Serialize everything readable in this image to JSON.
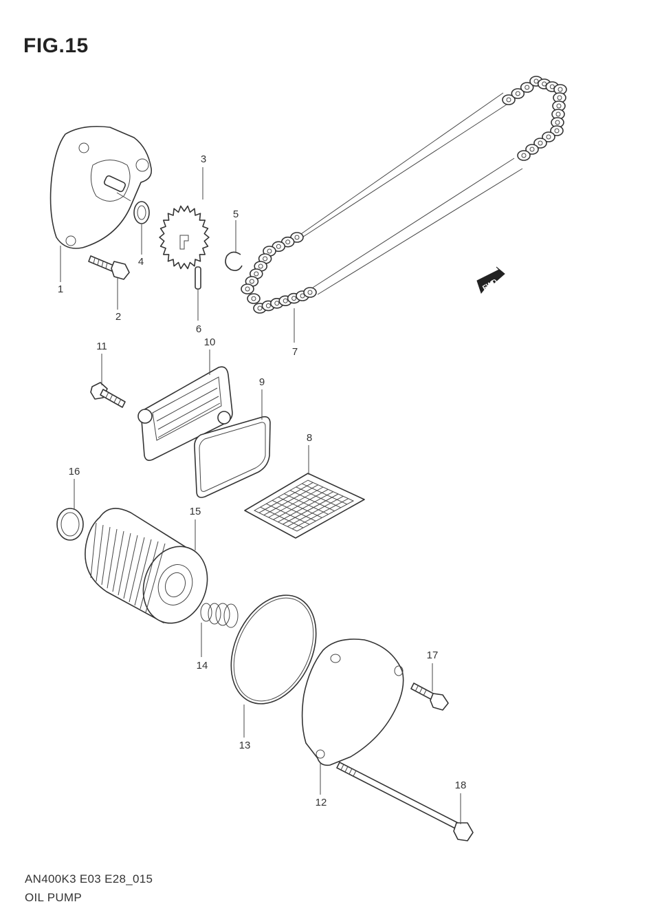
{
  "figure": {
    "title": "FIG.15",
    "code": "AN400K3 E03 E28_015",
    "caption": "OIL PUMP",
    "direction_badge": "FWD"
  },
  "callouts": [
    {
      "id": "1",
      "label": "1"
    },
    {
      "id": "2",
      "label": "2"
    },
    {
      "id": "3",
      "label": "3"
    },
    {
      "id": "4",
      "label": "4"
    },
    {
      "id": "5",
      "label": "5"
    },
    {
      "id": "6",
      "label": "6"
    },
    {
      "id": "7",
      "label": "7"
    },
    {
      "id": "8",
      "label": "8"
    },
    {
      "id": "9",
      "label": "9"
    },
    {
      "id": "10",
      "label": "10"
    },
    {
      "id": "11",
      "label": "11"
    },
    {
      "id": "12",
      "label": "12"
    },
    {
      "id": "13",
      "label": "13"
    },
    {
      "id": "14",
      "label": "14"
    },
    {
      "id": "15",
      "label": "15"
    },
    {
      "id": "16",
      "label": "16"
    },
    {
      "id": "17",
      "label": "17"
    },
    {
      "id": "18",
      "label": "18"
    }
  ]
}
